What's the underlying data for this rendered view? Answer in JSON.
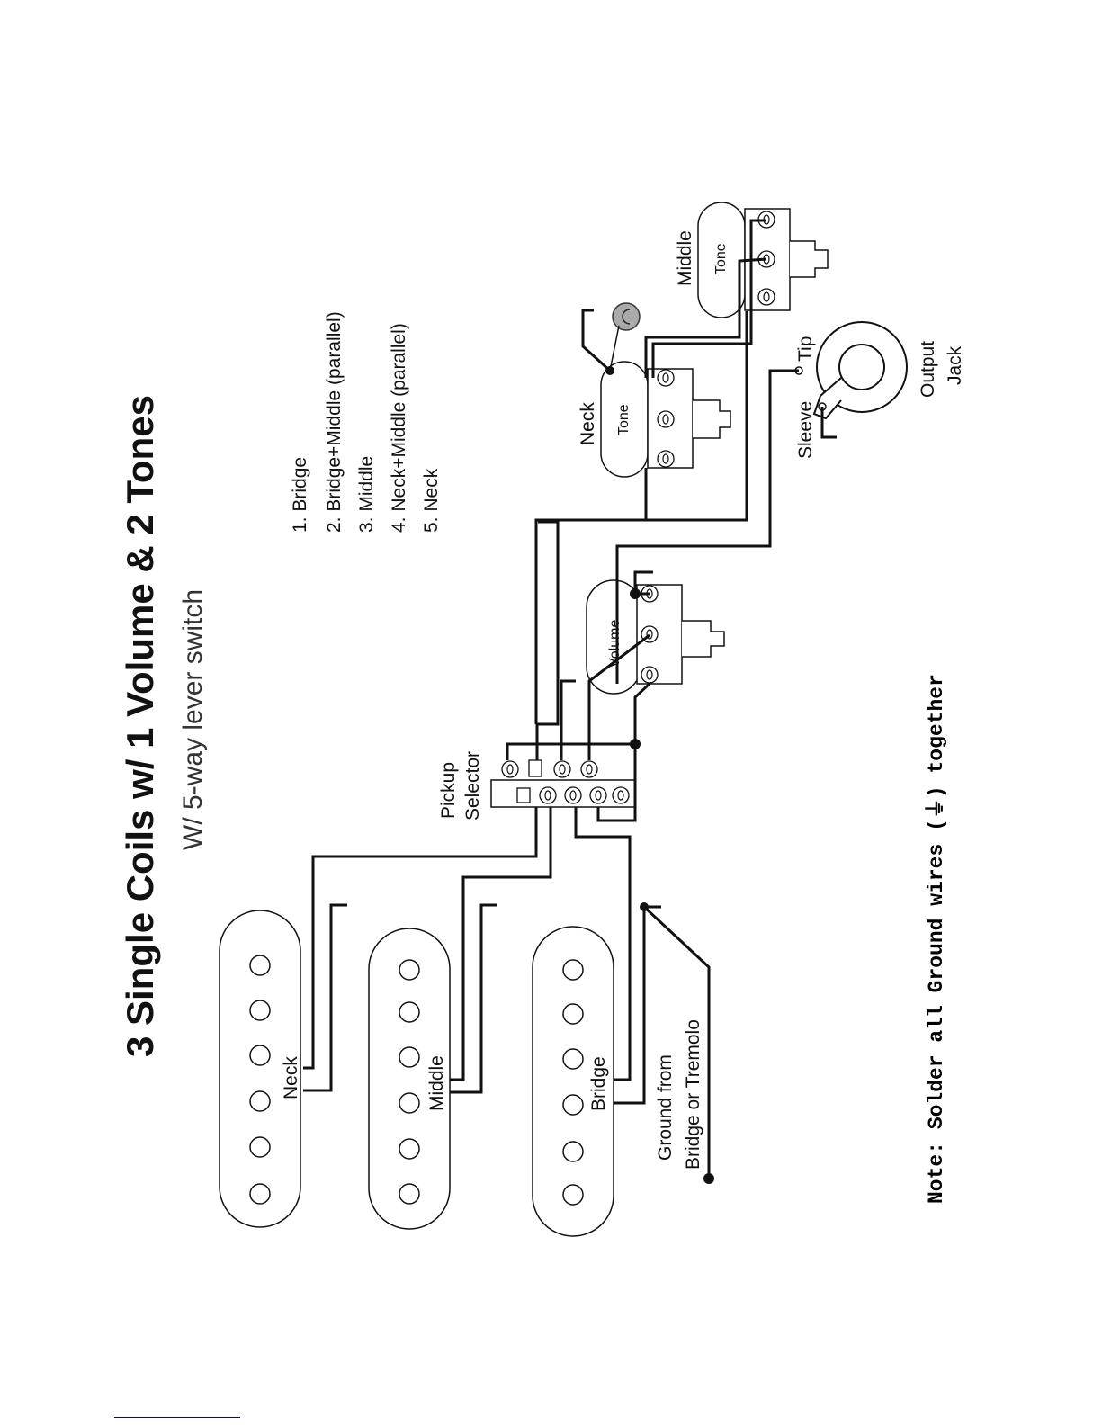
{
  "title": "3 Single Coils w/ 1 Volume & 2 Tones",
  "subtitle": "W/ 5-way lever switch",
  "positions": [
    "1.  Bridge",
    "2.  Bridge+Middle (parallel)",
    "3.  Middle",
    "4.  Neck+Middle (parallel)",
    "5.  Neck"
  ],
  "labels": {
    "pickup_neck": "Neck",
    "pickup_middle": "Middle",
    "pickup_bridge": "Bridge",
    "ground_line1": "Ground from",
    "ground_line2": "Bridge or Tremolo",
    "selector_line1": "Pickup",
    "selector_line2": "Selector",
    "volume": "Volume",
    "neck_tone_name": "Neck",
    "tone": "Tone",
    "middle_tone_name": "Middle",
    "sleeve": "Sleeve",
    "tip": "Tip",
    "jack_line1": "Output",
    "jack_line2": "Jack"
  },
  "note": "Note: Solder all Ground wires (⏚) together"
}
